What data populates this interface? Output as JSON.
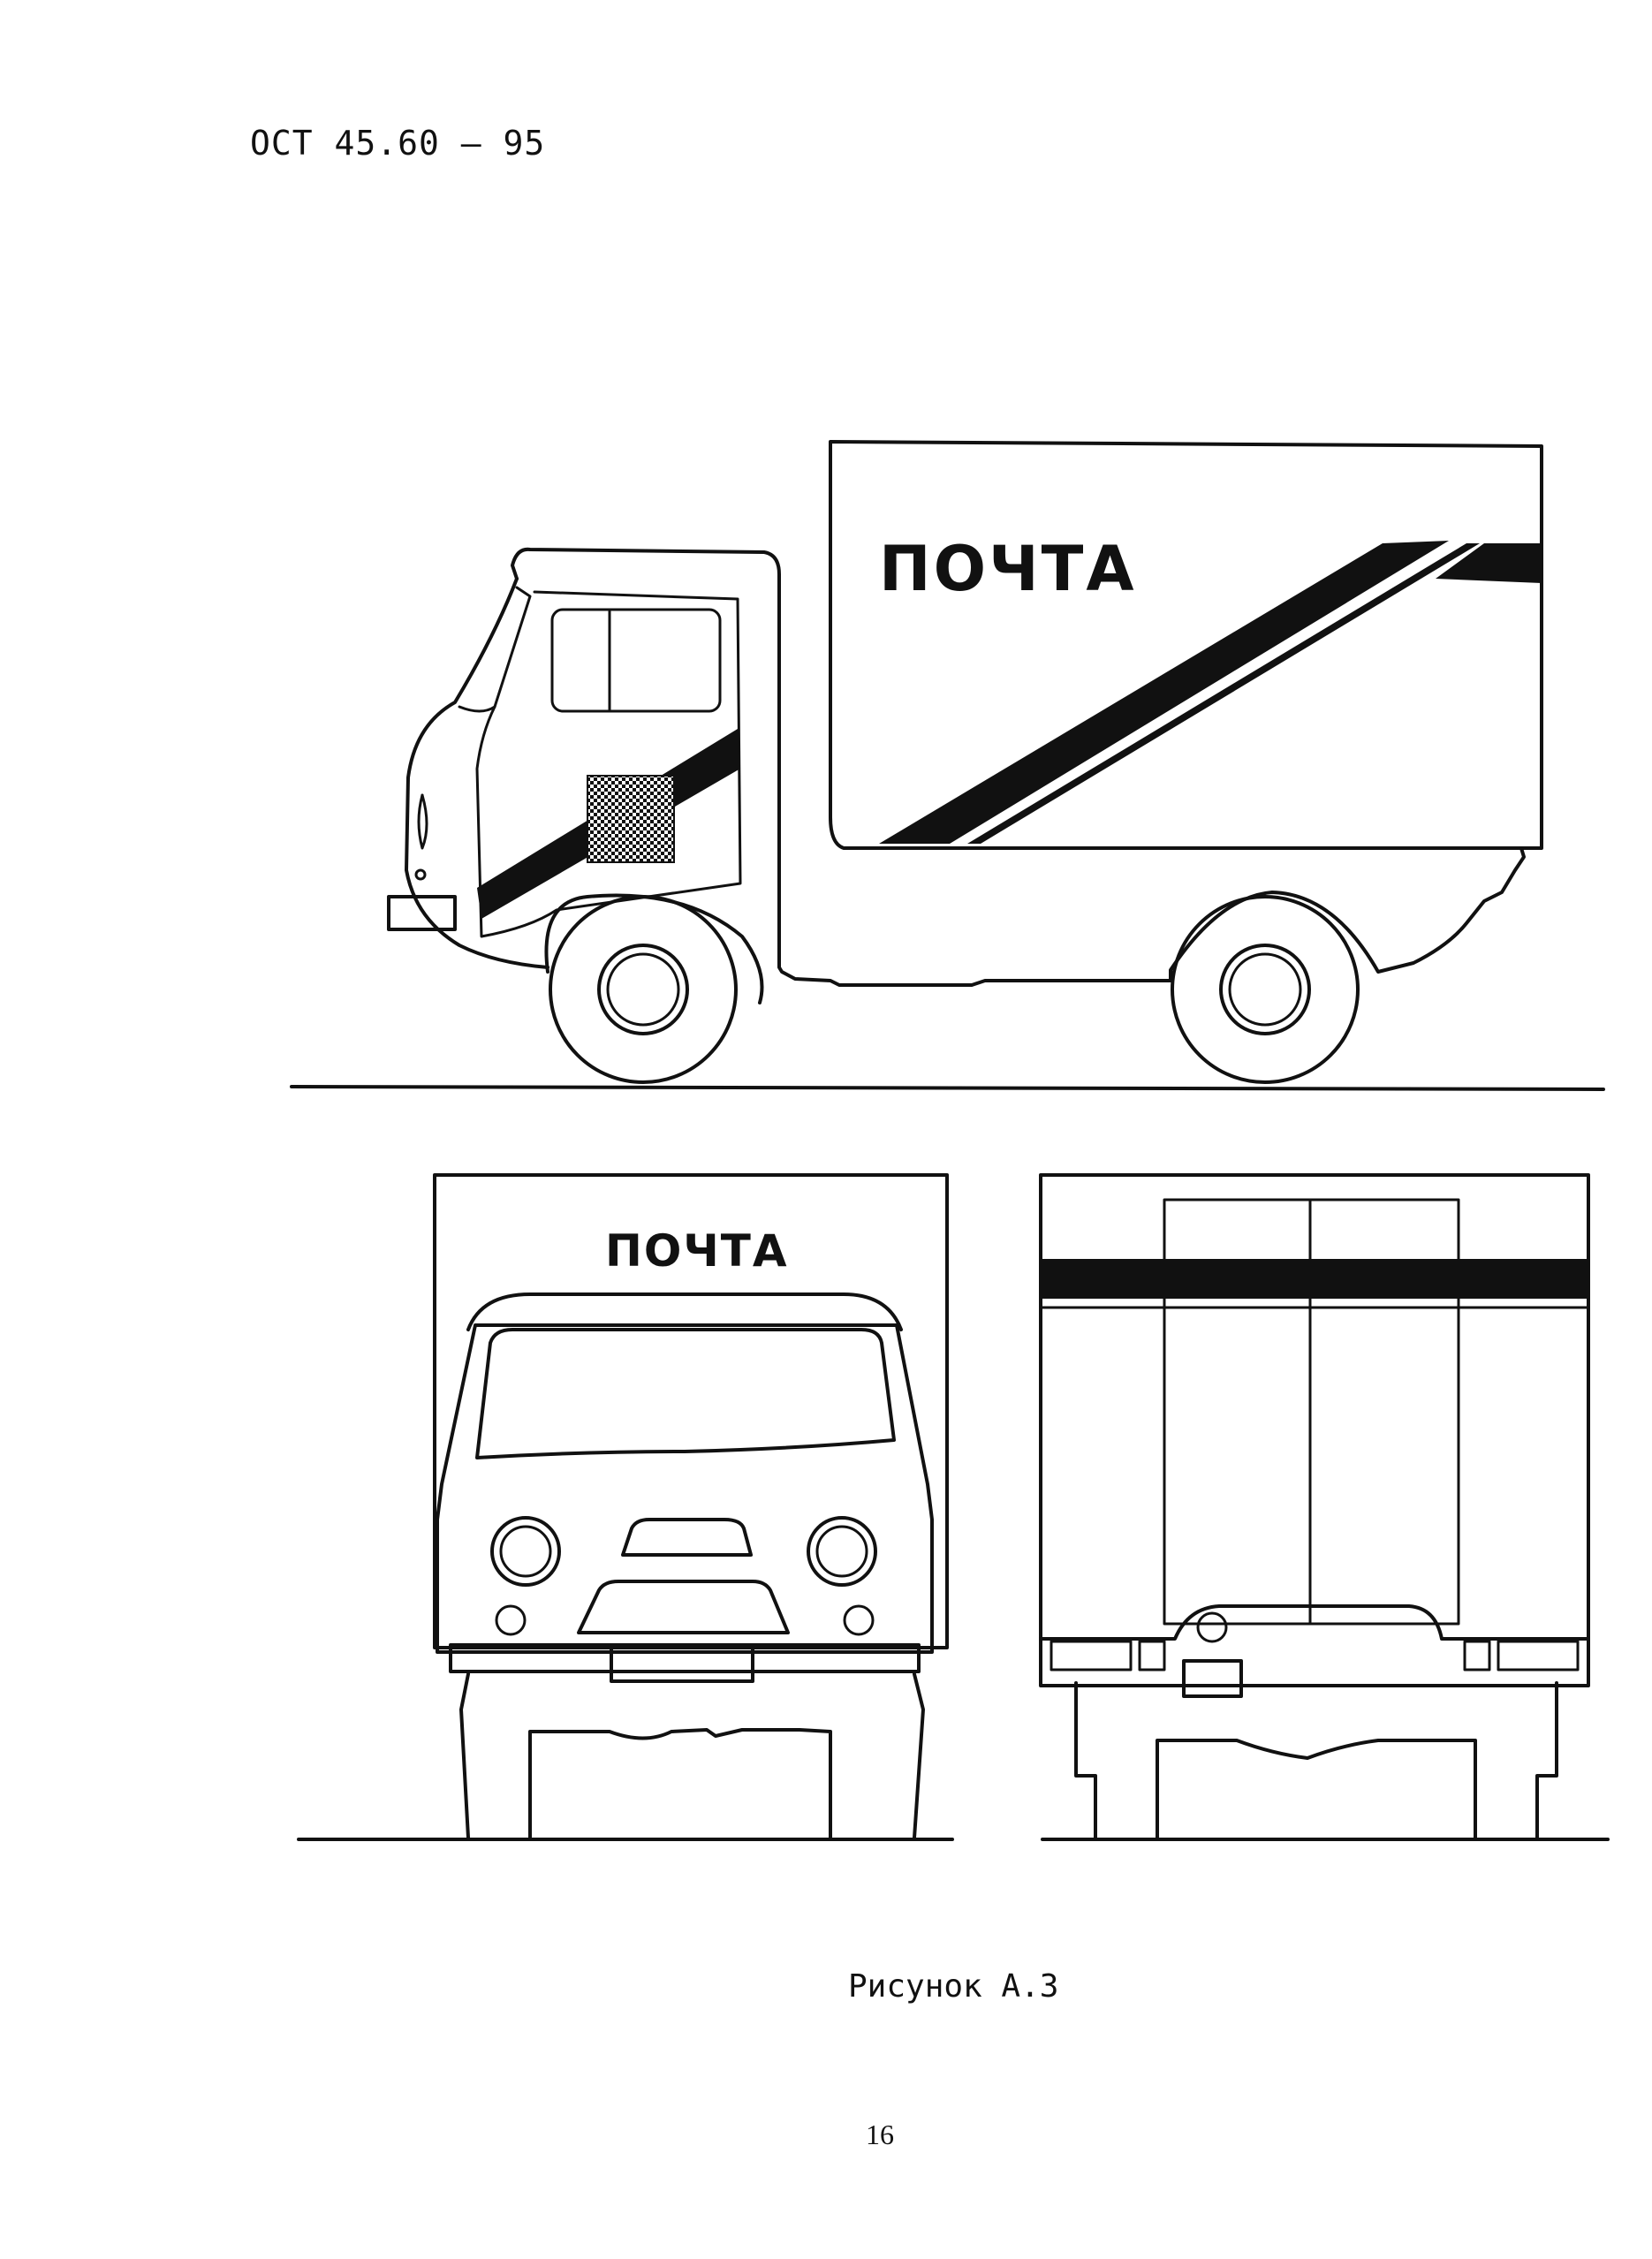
{
  "header": {
    "document_code": "ОСТ 45.60 – 95"
  },
  "figure": {
    "side_view_lettering": "ПОЧТА",
    "front_view_lettering": "ПОЧТА",
    "caption": "Рисунок А.3"
  },
  "footer": {
    "page_number": "16"
  }
}
